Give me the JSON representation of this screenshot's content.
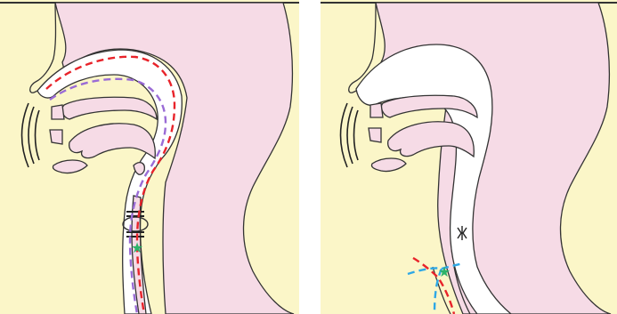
{
  "colors": {
    "background": "#fbf6c8",
    "tissue": "#f6dbe6",
    "cavity": "#ffffff",
    "outline": "#333333",
    "path_red": "#e8232a",
    "path_purple": "#9a6bd6",
    "path_blue": "#2ea8e6",
    "marker_green": "#2cb36a",
    "sound_lines": "#222222"
  },
  "panels": [
    {
      "id": "left",
      "paths": [
        "red-dashed",
        "purple-dashed"
      ],
      "marker": "green-star",
      "icons": [
        "sound-waves-icon",
        "vocal-cords-icon"
      ]
    },
    {
      "id": "right",
      "paths": [
        "red-dashed",
        "blue-dashed"
      ],
      "marker": "green-star",
      "icons": [
        "sound-waves-icon",
        "vibration-icon"
      ]
    }
  ]
}
